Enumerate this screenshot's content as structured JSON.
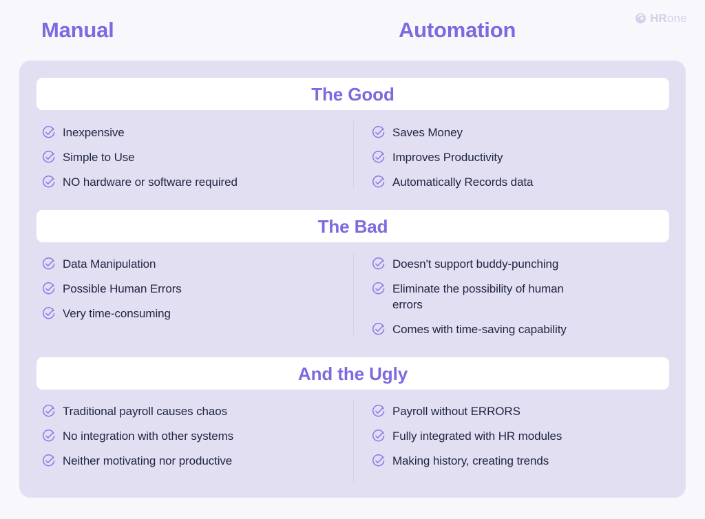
{
  "header": {
    "left_title": "Manual",
    "right_title": "Automation",
    "logo": {
      "icon": "swirl-icon",
      "text_bold": "HR",
      "text_light": "one"
    }
  },
  "theme": {
    "page_background": "#f8f8fc",
    "panel_background": "#e2dff3",
    "banner_background": "#ffffff",
    "accent_purple": "#7b6ae0",
    "body_text": "#1f2440",
    "logo_grey": "#d2d0ea",
    "divider": "#d5d1ec"
  },
  "sections": [
    {
      "id": "good",
      "title": "The Good",
      "manual": [
        "Inexpensive",
        "Simple to Use",
        "NO hardware or software required"
      ],
      "automation": [
        "Saves Money",
        "Improves Productivity",
        "Automatically Records data"
      ]
    },
    {
      "id": "bad",
      "title": "The Bad",
      "manual": [
        "Data Manipulation",
        "Possible Human Errors",
        "Very time-consuming"
      ],
      "automation": [
        "Doesn't support buddy-punching",
        "Eliminate the possibility of human errors",
        "Comes with time-saving capability"
      ]
    },
    {
      "id": "ugly",
      "title": "And the Ugly",
      "manual": [
        "Traditional payroll causes chaos",
        "No integration with other systems",
        "Neither motivating nor productive"
      ],
      "automation": [
        "Payroll without ERRORS",
        "Fully integrated with HR modules",
        "Making history, creating trends"
      ]
    }
  ],
  "icons": {
    "list_bullet": "check-circle-icon"
  }
}
